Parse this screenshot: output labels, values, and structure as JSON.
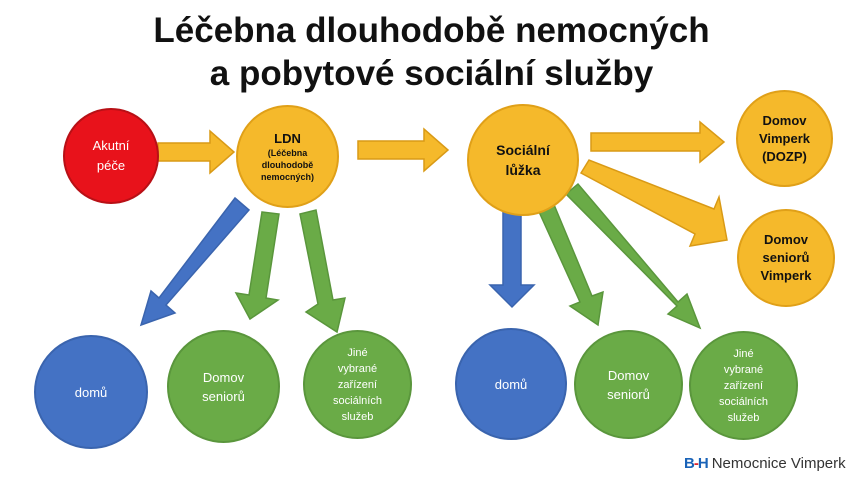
{
  "title": {
    "line1": "Léčebna dlouhodobě nemocných",
    "line2": "a pobytové sociální služby"
  },
  "nodes": {
    "akutni": "Akutní\npéče",
    "ldn_title": "LDN",
    "ldn_sub": "(Léčebna\ndlouhodobě\nnemocných)",
    "socialni": "Sociální\nlůžka",
    "domov_vimperk": "Domov\nVimperk\n(DOZP)",
    "domov_senioru_vimperk": "Domov\nseniorů\nVimperk",
    "domu_left": "domů",
    "domov_senioru_left": "Domov\nseniorů",
    "jine_left": "Jiné\nvybrané\nzařízení\nsociálních\nslužeb",
    "domu_right": "domů",
    "domov_senioru_right": "Domov\nseniorů",
    "jine_right": "Jiné\nvybrané\nzařízení\nsociálních\nslužeb"
  },
  "logo": {
    "mark_b": "B",
    "mark_h": "H",
    "text": "Nemocnice Vimperk"
  },
  "colors": {
    "red": "#e8121b",
    "orange": "#f5b92b",
    "blue": "#4472c4",
    "green": "#6aab47"
  }
}
